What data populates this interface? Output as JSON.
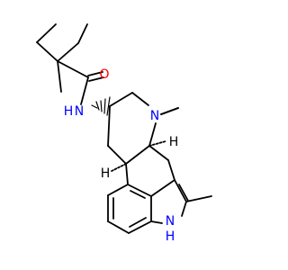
{
  "molecule": {
    "atoms": {
      "oxygen": "O",
      "amide_nitrogen_n": "N",
      "amide_nitrogen_h": "H",
      "ring_nitrogen": "N",
      "indole_nitrogen_n": "N",
      "indole_nitrogen_h": "H",
      "stereo_h_upper": "H",
      "stereo_h_lower": "H"
    }
  },
  "colors": {
    "bond": "#000000",
    "oxygen": "#ff0000",
    "nitrogen": "#0000ff"
  }
}
